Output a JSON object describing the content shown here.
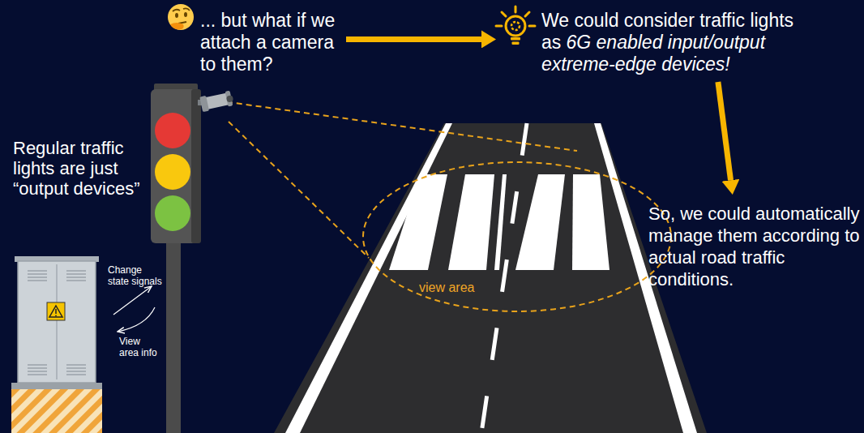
{
  "diagram": {
    "nodes": [
      {
        "text": [
          "... but what if we attach a camera to them?"
        ]
      },
      {
        "text": [
          "We could consider traffic lights as",
          "6G enabled input/output extreme-edge devices!"
        ]
      },
      {
        "text": [
          "So, we could automatically manage them according to actual road traffic conditions."
        ]
      }
    ],
    "edges": [
      {
        "from": 0,
        "to": 1,
        "arrow": "to"
      },
      {
        "from": 1,
        "to": 2,
        "arrow": "to"
      }
    ],
    "labels": [
      "Regular traffic lights are just “output devices”",
      "Change state signals",
      "View area info",
      "view area"
    ]
  }
}
